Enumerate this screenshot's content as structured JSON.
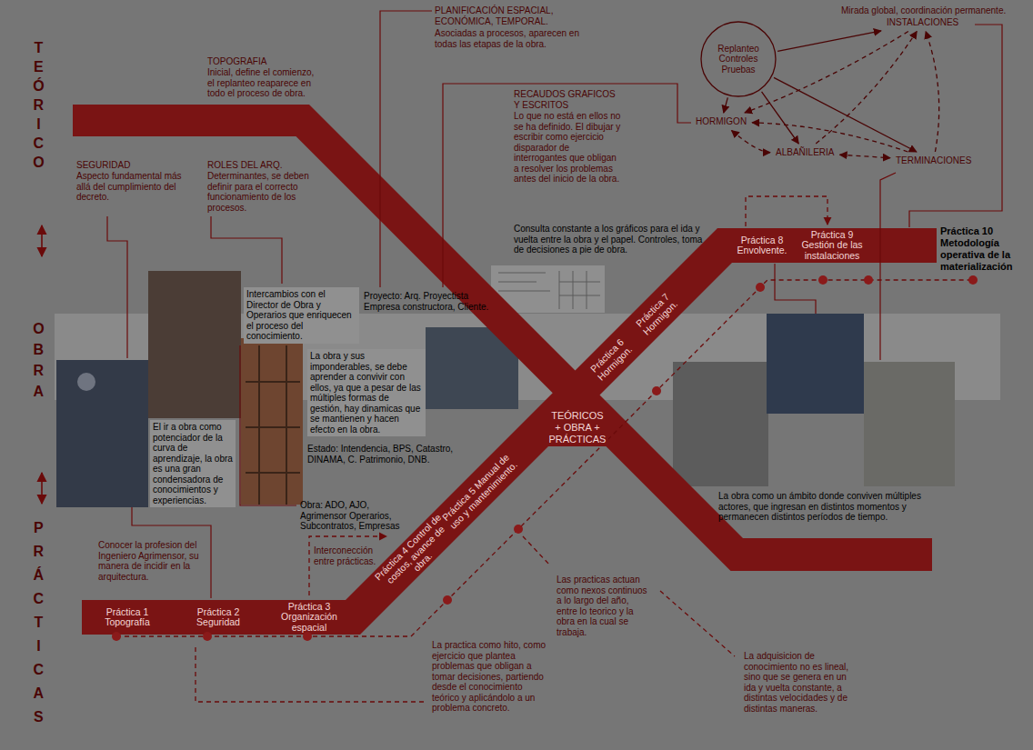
{
  "diagram": {
    "nodes": [
      {
        "text": [
          "Replanteo Controles Pruebas"
        ]
      },
      {
        "text": [
          "INSTALACIONES"
        ]
      },
      {
        "text": [
          "HORMIGON"
        ]
      },
      {
        "text": [
          "ALBAÑILERIA"
        ]
      },
      {
        "text": [
          "TERMINACIONES"
        ]
      },
      {
        "text": [
          "Intercambios con el Director de Obra y Operarios que enriquecen el proceso del conocimiento."
        ]
      },
      {
        "text": [
          "El ir a obra como potenciador de la curva de aprendizaje, la obra es una gran condensadora de conocimientos y experiencias."
        ]
      },
      {
        "text": [
          "La obra y sus imponderables, se debe aprender a convivir con ellos, ya que a pesar de las múltiples formas de gestión, hay dinamicas que se mantienen y hacen efecto en la obra."
        ]
      }
    ],
    "edges": [
      {
        "from": 0,
        "to": 1,
        "arrow": "to"
      },
      {
        "from": 0,
        "to": 2,
        "arrow": "to"
      },
      {
        "from": 0,
        "to": 3,
        "arrow": "to"
      },
      {
        "from": 0,
        "to": 4,
        "arrow": "to"
      },
      {
        "from": 1,
        "to": 2,
        "arrow": "to"
      },
      {
        "from": 4,
        "to": 2,
        "arrow": "to"
      },
      {
        "from": 2,
        "to": 3,
        "arrow": "both"
      },
      {
        "from": 3,
        "to": 4,
        "arrow": "both"
      },
      {
        "from": 3,
        "to": 1,
        "arrow": "to"
      },
      {
        "from": 4,
        "to": 1,
        "arrow": "to"
      }
    ],
    "labels": [
      "TEÓRICO",
      "OBRA",
      "PRÁCTICAS",
      "TOPOGRAFIA",
      "Inicial, define el comienzo, el replanteo reaparece en todo el proceso de obra.",
      "PLANIFICACIÓN ESPACIAL, ECONÓMICA, TEMPORAL.",
      "Asociadas a procesos, aparecen en todas las etapas de la obra.",
      "Mirada global, coordinación permanente.",
      "RECAUDOS GRAFICOS Y ESCRITOS",
      "Lo que no está en ellos no se ha definido. El dibujar y escribir como ejercicio disparador de interrogantes que obligan a resolver los problemas antes del inicio de la obra.",
      "Consulta constante a los gráficos para el ida y vuelta entre la obra y el papel. Controles, toma de decisiones a pie de obra.",
      "SEGURIDAD",
      "Aspecto fundamental más allá del cumplimiento del decreto.",
      "ROLES DEL ARQ.",
      "Determinantes, se deben definir para el correcto funcionamiento de los procesos.",
      "Proyecto: Arq. Proyectista Empresa constructora, Cliente.",
      "Estado: Intendencia, BPS, Catastro, DINAMA, C. Patrimonio, DNB.",
      "Obra: ADO, AJO, Agrimensor Operarios, Subcontratos, Empresas",
      "TEÓRICOS + OBRA + PRÁCTICAS",
      "Práctica 1 Topografía",
      "Práctica 2 Seguridad",
      "Práctica 3 Organización espacial",
      "Práctica 4 Control de costos, avance de obra.",
      "Práctica 5 Manual de uso y mantenimiento.",
      "Práctica 6 Hormigon.",
      "Práctica 7 Hormigon.",
      "Práctica 8 Envolvente.",
      "Práctica 9 Gestión de las instalaciones",
      "Práctica 10 Metodología operativa de la materialización",
      "Conocer la profesion del Ingeniero Agrimensor, su manera de incidir en la arquitectura.",
      "Interconección entre prácticas.",
      "La practica como hito, como ejercicio que plantea problemas que obligan a tomar decisiones, partiendo desde el conocimiento teórico y aplicándolo a un problema concreto.",
      "Las practicas actuan como nexos continuos a lo largo del año, entre lo teorico y la obra en la cual se trabaja.",
      "La adquisicion de conocimiento no es lineal, sino que se genera en un ida y vuelta constante, a distintas velocidades y de distintas maneras.",
      "La obra como un ámbito donde conviven múltiples actores, que ingresan en distintos momentos y permanecen distintos períodos de tiempo."
    ]
  }
}
